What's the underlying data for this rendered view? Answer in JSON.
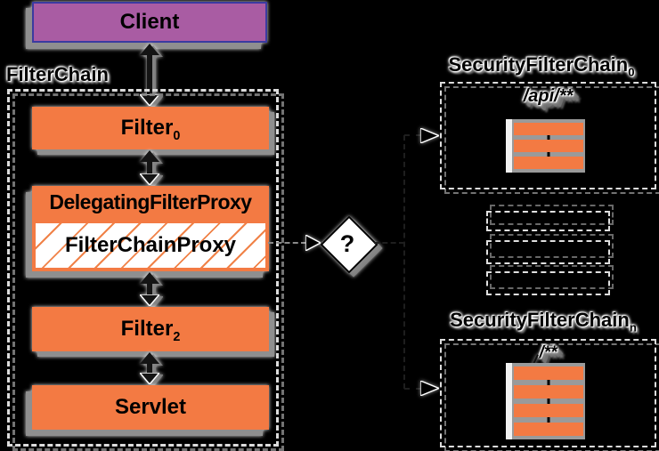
{
  "colors": {
    "orange": "#F37A43",
    "hatch": "#F08248",
    "purple": "#A95CA3",
    "purple_border": "#3B3BA0",
    "shadow": "#8F8F8F",
    "diamond_fill": "#FFFFFF",
    "line_black": "#000000"
  },
  "left": {
    "client_label": "Client",
    "chain_label": "FilterChain",
    "filter0": {
      "base": "Filter",
      "sub": "0"
    },
    "dfp_label": "DelegatingFilterProxy",
    "fcp_label": "FilterChainProxy",
    "filter2": {
      "base": "Filter",
      "sub": "2"
    },
    "servlet_label": "Servlet"
  },
  "decision": {
    "question_mark": "?"
  },
  "chains": [
    {
      "title_base": "SecurityFilterChain",
      "title_sub": "0",
      "pattern": "/api/**",
      "filter_count": 3
    },
    {
      "title_base": "SecurityFilterChain",
      "title_sub": "n",
      "pattern": "/**",
      "filter_count": 4
    }
  ],
  "placeholders": {
    "count": 3
  }
}
